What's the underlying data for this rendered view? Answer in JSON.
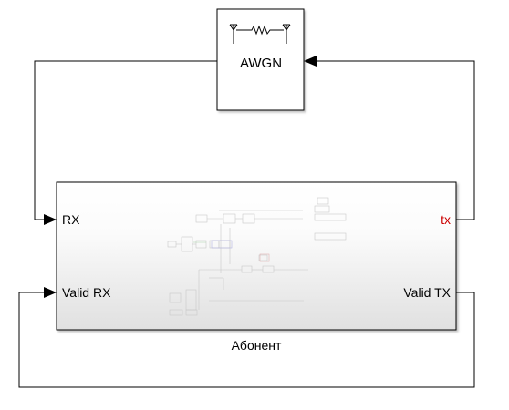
{
  "blocks": {
    "awgn": {
      "label": "AWGN",
      "icon": "antenna-channel-icon"
    },
    "subscriber": {
      "name": "Абонент",
      "ports_in": [
        "RX",
        "Valid RX"
      ],
      "ports_out": [
        "tx",
        "Valid TX"
      ],
      "out_tx_color": "#cc0000"
    }
  },
  "colors": {
    "line": "#000000",
    "block_border": "#000000",
    "block_bg_top": "#ffffff",
    "block_bg_bottom": "#e2e2e2"
  }
}
